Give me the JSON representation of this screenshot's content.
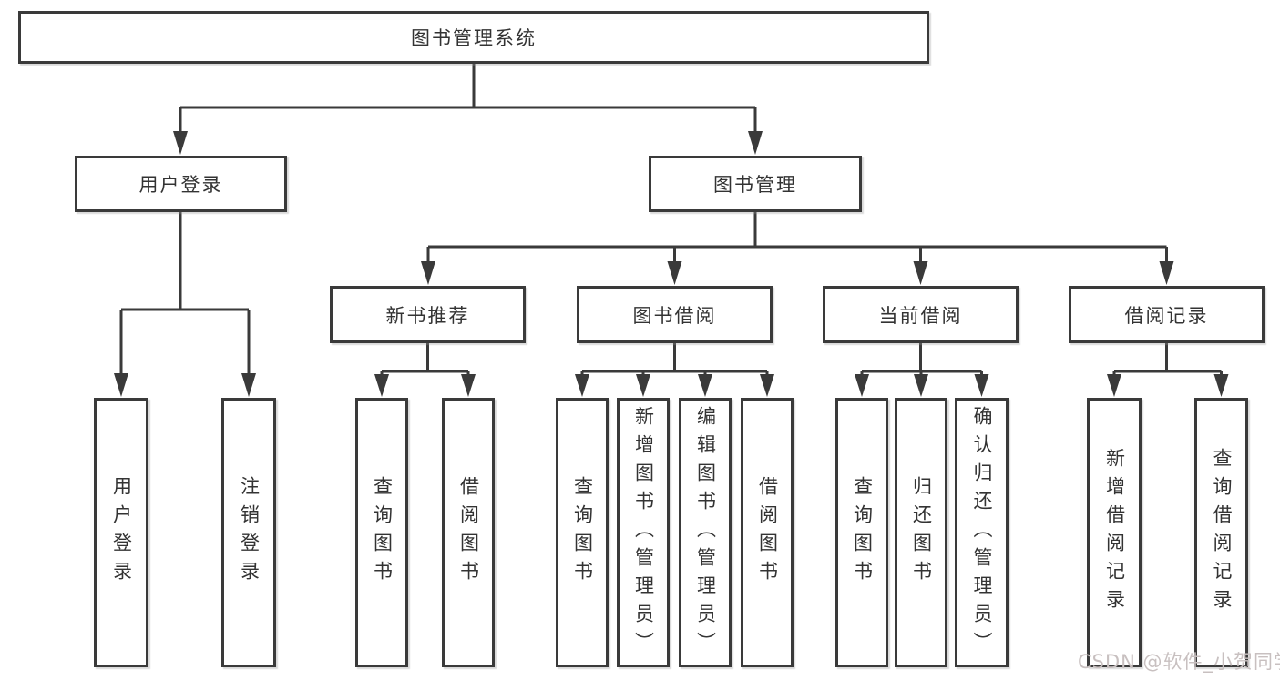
{
  "diagram": {
    "type": "hierarchy-tree",
    "root": {
      "label": "图书管理系统"
    },
    "level2": [
      {
        "id": "user-login",
        "label": "用户登录"
      },
      {
        "id": "book-management",
        "label": "图书管理"
      }
    ],
    "level3": [
      {
        "id": "new-book-recommend",
        "label": "新书推荐",
        "parent": "book-management"
      },
      {
        "id": "book-borrowing",
        "label": "图书借阅",
        "parent": "book-management"
      },
      {
        "id": "current-borrowing",
        "label": "当前借阅",
        "parent": "book-management"
      },
      {
        "id": "borrowing-records",
        "label": "借阅记录",
        "parent": "book-management"
      }
    ],
    "leaves": {
      "user_login": [
        {
          "label": "用户登录"
        },
        {
          "label": "注销登录"
        }
      ],
      "new_book_recommend": [
        {
          "label": "查询图书"
        },
        {
          "label": "借阅图书"
        }
      ],
      "book_borrowing": [
        {
          "label": "查询图书"
        },
        {
          "label": "新增图书（管理员）"
        },
        {
          "label": "编辑图书（管理员）"
        },
        {
          "label": "借阅图书"
        }
      ],
      "current_borrowing": [
        {
          "label": "查询图书"
        },
        {
          "label": "归还图书"
        },
        {
          "label": "确认归还（管理员）"
        }
      ],
      "borrowing_records": [
        {
          "label": "新增借阅记录"
        },
        {
          "label": "查询借阅记录"
        }
      ]
    },
    "colors": {
      "line": "#3a3a3a",
      "box_border": "#3a3a3a",
      "text": "#333333",
      "background": "#ffffff",
      "watermark": "#c8c0c0"
    }
  },
  "watermark": {
    "text": "CSDN @软件_小贺同学"
  }
}
